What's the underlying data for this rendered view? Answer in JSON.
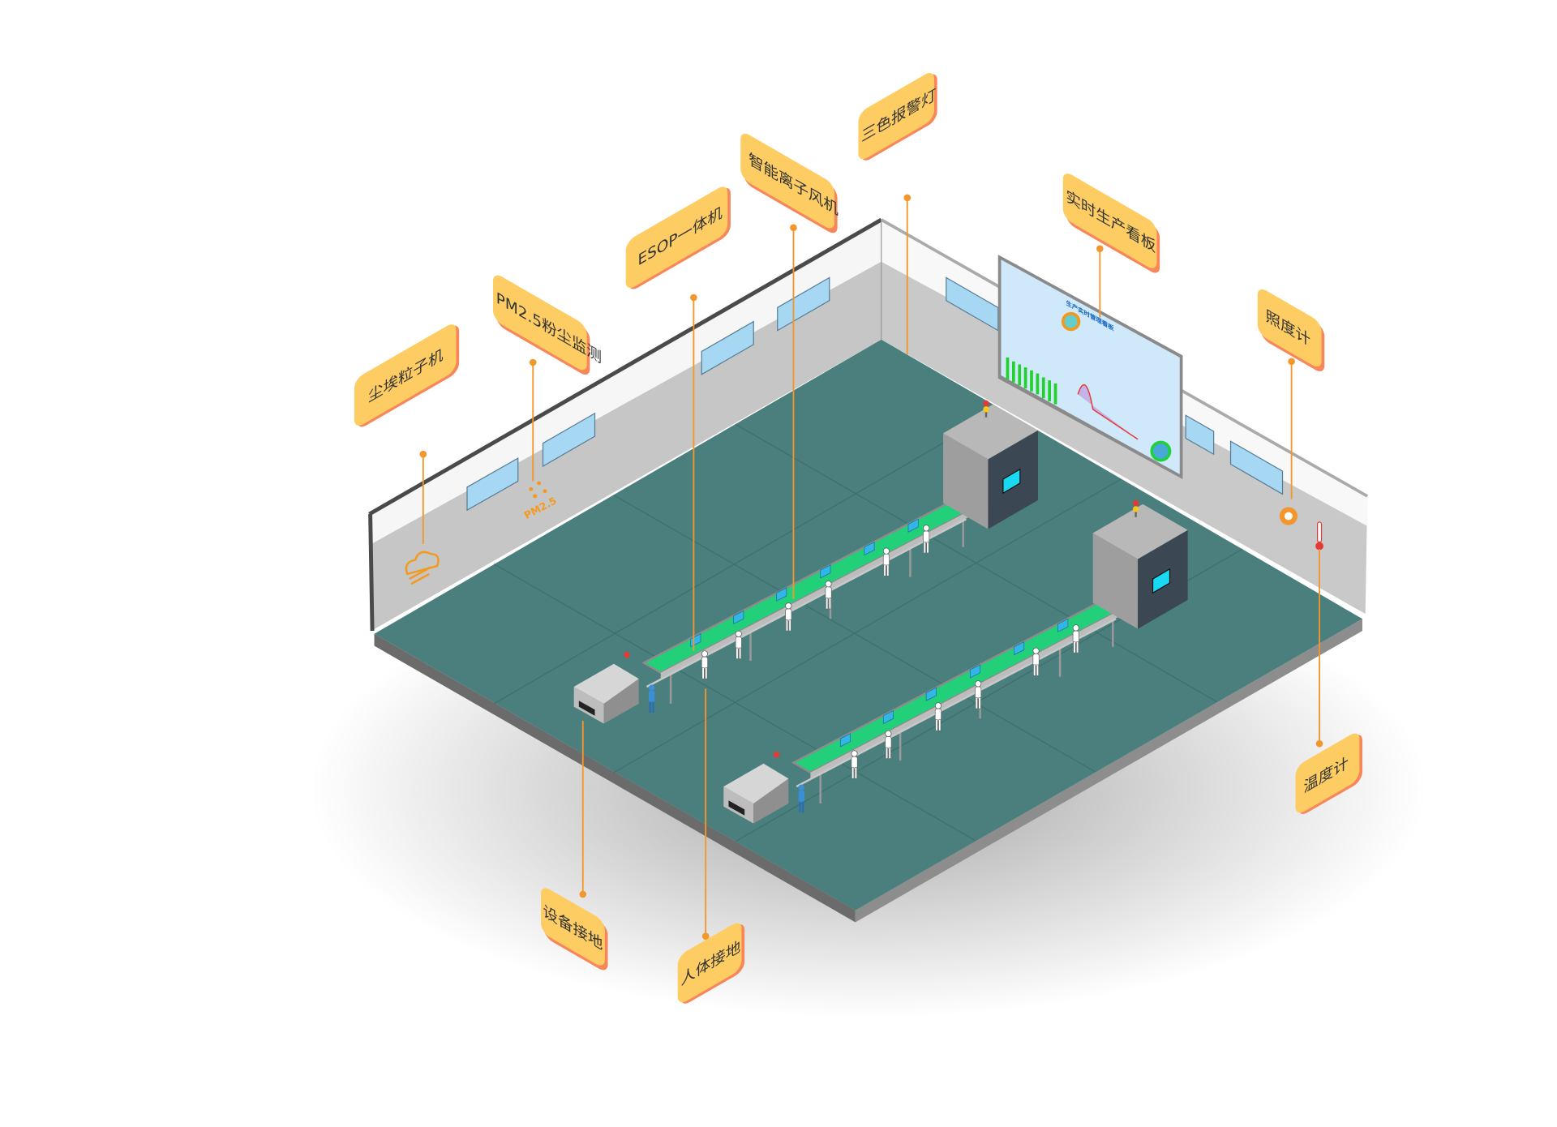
{
  "title": "车间智能监测示意图",
  "colors": {
    "tag_fill": "#fdcd63",
    "tag_edge": "#f7875a",
    "pointer": "#f3962c",
    "floor": "#4a7f7d",
    "wall": "#c6c6c6",
    "belt": "#22d07a"
  },
  "labels": {
    "dust_particle": "尘埃粒子机",
    "pm25": "PM2.5粉尘监测",
    "esop": "ESOP一体机",
    "ion_fan": "智能离子风机",
    "tri_light": "三色报警灯",
    "board": "实时生产看板",
    "lux": "照度计",
    "thermo": "温度计",
    "equip_ground": "设备接地",
    "body_ground": "人体接地"
  },
  "dashboard": {
    "title": "生产实时管理看板"
  },
  "pm_icon_text": "PM2.5"
}
